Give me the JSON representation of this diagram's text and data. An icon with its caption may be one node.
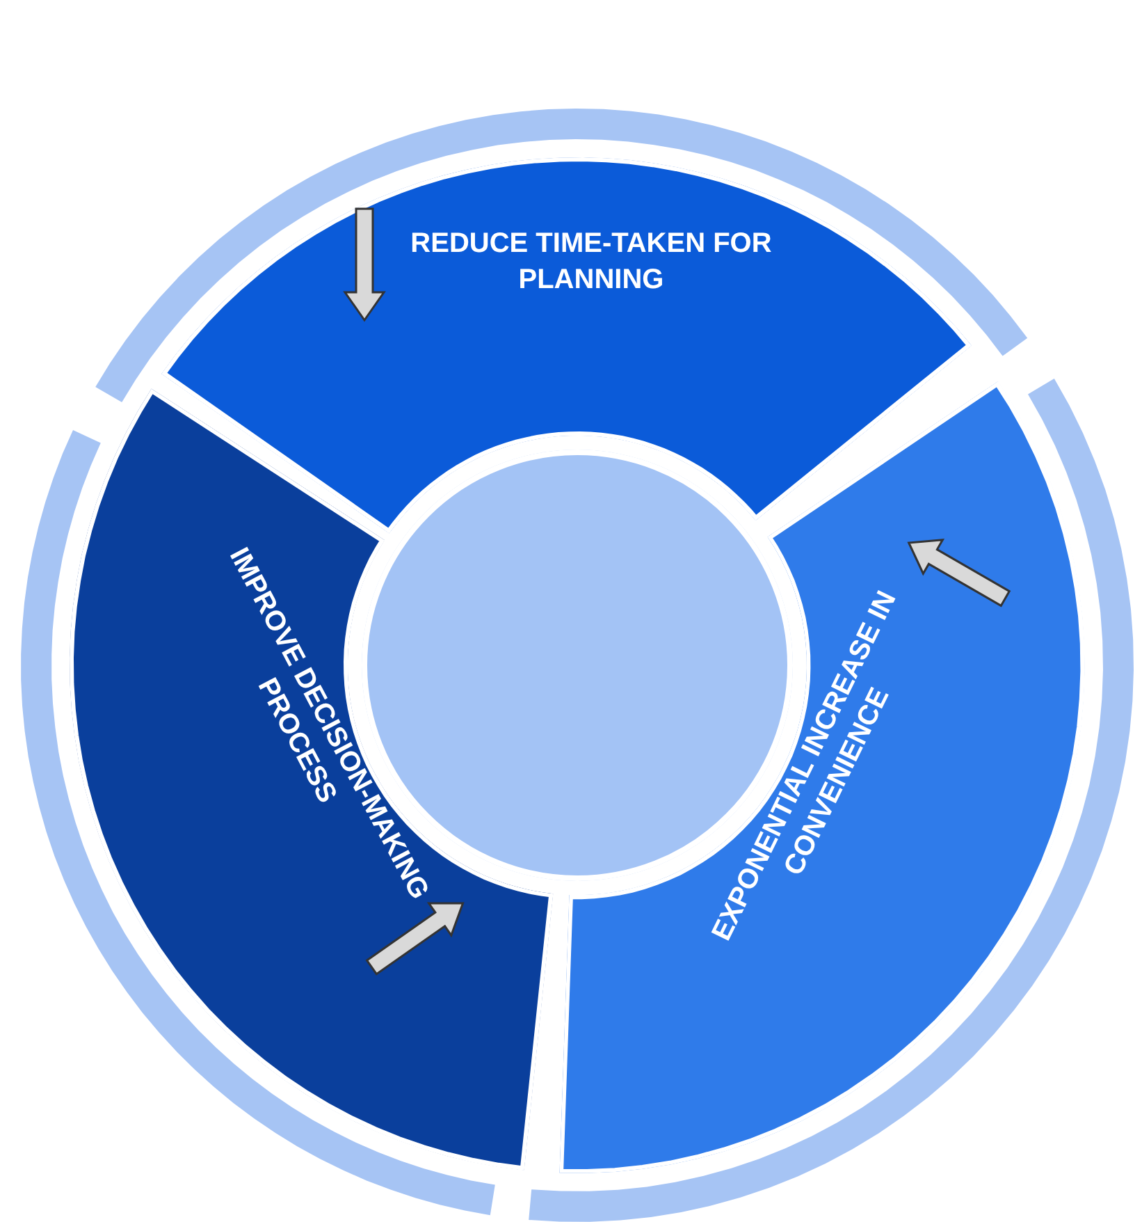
{
  "diagram": {
    "nodes": [
      {
        "text": [
          "REDUCE TIME-TAKEN FOR PLANNING"
        ]
      },
      {
        "text": [
          "EXPONENTIAL INCREASE IN CONVENIENCE"
        ]
      },
      {
        "text": [
          "IMPROVE DECISION-MAKING PROCESS"
        ]
      },
      {
        "text": [],
        "shape": "circle"
      }
    ]
  }
}
